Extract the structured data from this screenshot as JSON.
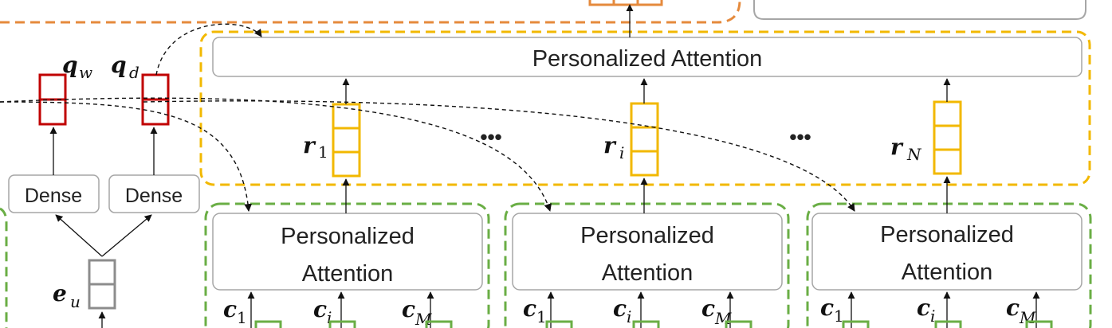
{
  "colors": {
    "orange_dash": "#E58A3C",
    "yellow": "#F2B800",
    "green": "#6AAE45",
    "red": "#C00000",
    "gray_vector": "#8C8C8C",
    "box_border": "#A6A6A6"
  },
  "top_attention": {
    "label": "Personalized Attention"
  },
  "query_vectors": {
    "word": {
      "symbol": "q",
      "subscript": "w"
    },
    "doc": {
      "symbol": "q",
      "subscript": "d"
    }
  },
  "dense_boxes": [
    "Dense",
    "Dense"
  ],
  "user_embedding": {
    "symbol": "e",
    "subscript": "u"
  },
  "reps": [
    {
      "symbol": "r",
      "subscript": "1"
    },
    {
      "symbol": "r",
      "subscript": "i"
    },
    {
      "symbol": "r",
      "subscript": "N"
    }
  ],
  "ellipsis": "•••",
  "bottom_attention": [
    {
      "line1": "Personalized",
      "line2": "Attention"
    },
    {
      "line1": "Personalized",
      "line2": "Attention"
    },
    {
      "line1": "Personalized",
      "line2": "Attention"
    }
  ],
  "c_labels": [
    {
      "symbol": "c",
      "subscript": "1"
    },
    {
      "symbol": "c",
      "subscript": "i"
    },
    {
      "symbol": "c",
      "subscript": "M"
    }
  ]
}
